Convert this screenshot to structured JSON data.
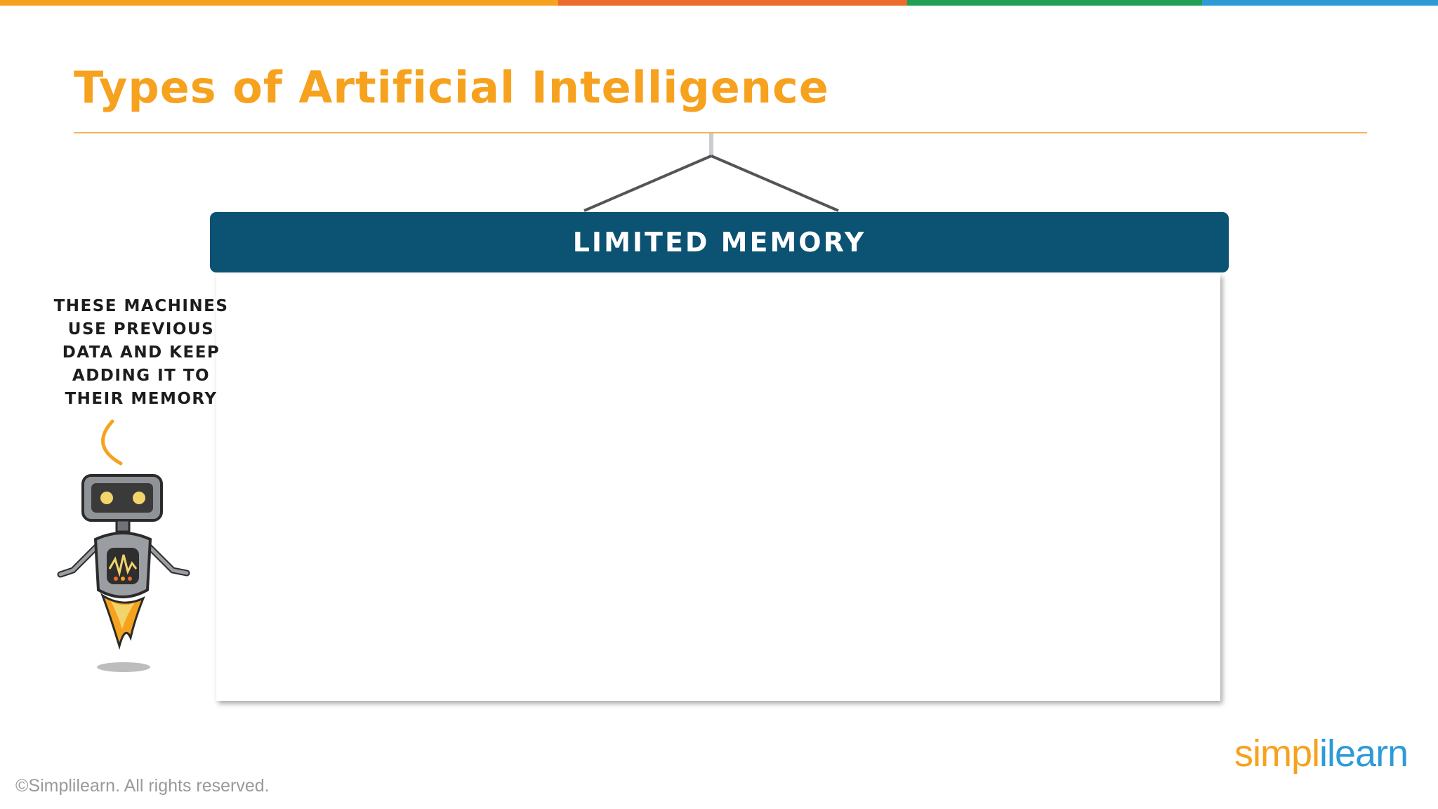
{
  "colors": {
    "accent_orange": "#f6a21e",
    "banner_blue": "#0c5273",
    "topbar": [
      "#f6a21e",
      "#ec6a2c",
      "#1fa055",
      "#2e9bd6"
    ]
  },
  "slide": {
    "title": "Types of Artificial Intelligence",
    "banner_label": "LIMITED MEMORY",
    "speech_text": "THESE MACHINES USE PREVIOUS DATA AND KEEP ADDING IT TO THEIR MEMORY"
  },
  "icons": {
    "robot": "flying-robot-icon",
    "speech_arc": "speech-arc-icon"
  },
  "footer": {
    "copyright": "©Simplilearn. All rights reserved.",
    "logo_part1": "simpl",
    "logo_part2": "i",
    "logo_part3": "learn"
  }
}
